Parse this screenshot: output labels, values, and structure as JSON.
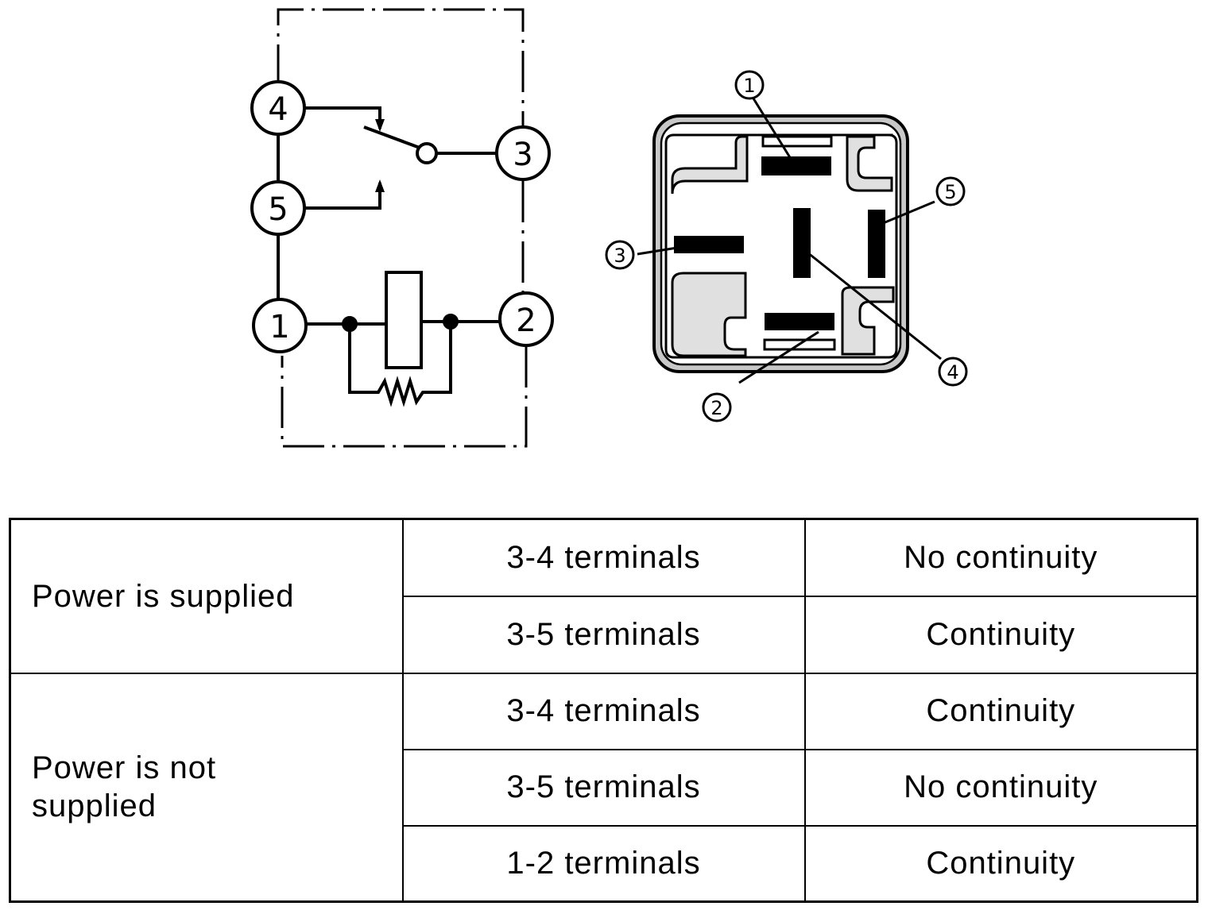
{
  "schematic": {
    "terminals": [
      "4",
      "3",
      "5",
      "1",
      "2"
    ]
  },
  "connector": {
    "callouts": [
      "1",
      "5",
      "3",
      "4",
      "2"
    ]
  },
  "table": {
    "groups": [
      {
        "condition": "Power is supplied",
        "rows": [
          {
            "terminals": "3-4  terminals",
            "result": "No  continuity"
          },
          {
            "terminals": "3-5  terminals",
            "result": "Continuity"
          }
        ]
      },
      {
        "condition": "Power is not supplied",
        "rows": [
          {
            "terminals": "3-4  terminals",
            "result": "Continuity"
          },
          {
            "terminals": "3-5  terminals",
            "result": "No  continuity"
          },
          {
            "terminals": "1-2  terminals",
            "result": "Continuity"
          }
        ]
      }
    ]
  }
}
